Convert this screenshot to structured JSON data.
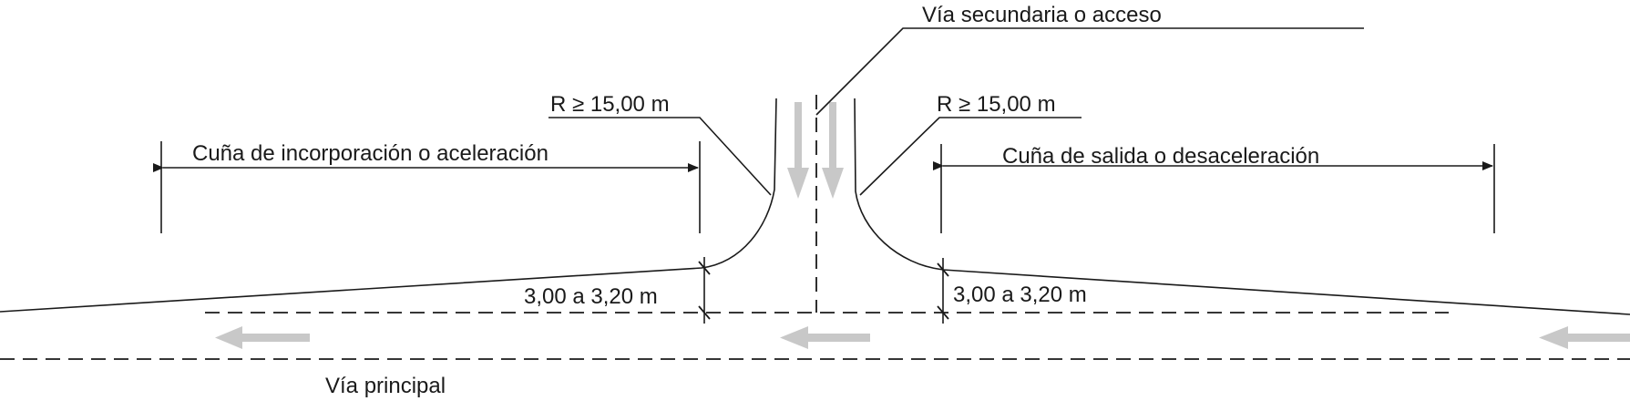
{
  "labels": {
    "secondary_road": "Vía secundaria o acceso",
    "radius_left": "R ≥ 15,00 m",
    "radius_right": "R ≥ 15,00 m",
    "acceleration_wedge": "Cuña de incorporación o aceleración",
    "deceleration_wedge": "Cuña de salida o desaceleración",
    "lane_width_left": "3,00 a 3,20 m",
    "lane_width_right": "3,00 a 3,20 m",
    "main_road": "Vía principal"
  },
  "colors": {
    "line": "#1a1a1a",
    "arrow": "#c8c8c8",
    "background": "#ffffff"
  }
}
